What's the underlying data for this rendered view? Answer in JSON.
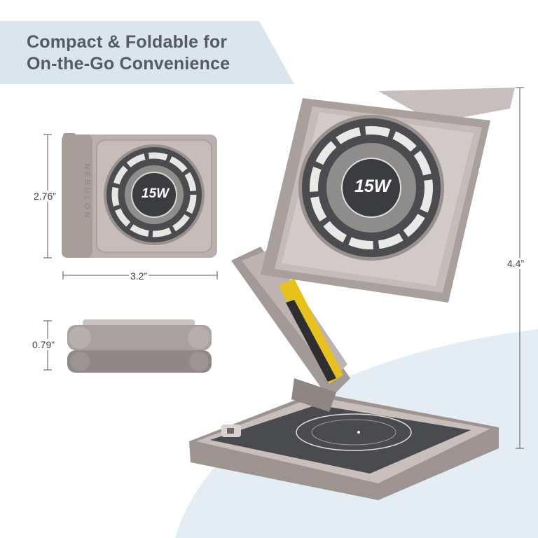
{
  "banner": {
    "line1": "Compact & Foldable for",
    "line2": "On-the-Go Convenience"
  },
  "dimensions": {
    "folded_height": "2.76”",
    "folded_width": "3.2”",
    "folded_thickness": "0.79”",
    "stand_height": "4.4”"
  },
  "product": {
    "brand_mark": "NEBULON",
    "power_label": "15W"
  },
  "colors": {
    "banner_bg": "#dbe5ee",
    "banner_text": "#555a63",
    "floor": "#e4ecf4",
    "metal": "#b8adab",
    "metal_dark": "#8f8583",
    "pad": "#4a4b4f",
    "accent_yellow": "#e6c21a"
  }
}
